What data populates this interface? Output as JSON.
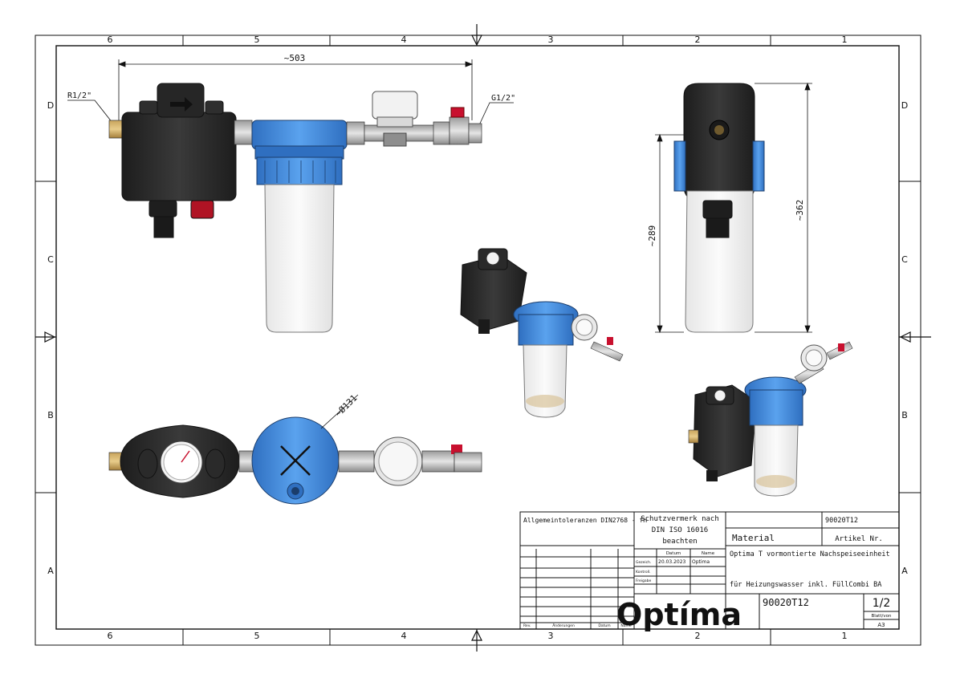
{
  "frame": {
    "col_labels": [
      "6",
      "5",
      "4",
      "3",
      "2",
      "1"
    ],
    "row_labels": [
      "D",
      "C",
      "B",
      "A"
    ]
  },
  "dimensions": {
    "width": "~503",
    "inlet_thread": "R1/2\"",
    "outlet_thread": "G1/2\"",
    "height_total": "~362",
    "height_body": "~289",
    "diameter": "~Ø131"
  },
  "title_block": {
    "tolerances": "Allgemeintoleranzen DIN2768 - fH",
    "protection_1": "Schutzvermerk nach",
    "protection_2": "DIN ISO 16016",
    "protection_3": "beachten",
    "article_number_top": "90020T12",
    "material_label": "Material",
    "article_label": "Artikel Nr.",
    "datum_label": "Datum",
    "name_label": "Name",
    "drawn_label": "Gezeich.",
    "drawn_date": "20.03.2023",
    "drawn_name": "Optima",
    "checked_label": "Kontroll.",
    "approved_label": "Freigabe",
    "description_1": "Optima T vormontierte Nachspeiseeinheit",
    "description_2": "für Heizungswasser inkl. FüllCombi BA",
    "logo": "Optíma",
    "drawing_number": "90020T12",
    "sheet": "1/2",
    "sheet_label": "Blatt/von",
    "format": "A3",
    "rev_label": "Rev.",
    "change_label": "Änderungen",
    "date_label": "Datum",
    "name_small_label": "Name"
  },
  "colors": {
    "blue": "#3d86d8",
    "dark": "#2b2b2b",
    "red": "#c8102e"
  }
}
